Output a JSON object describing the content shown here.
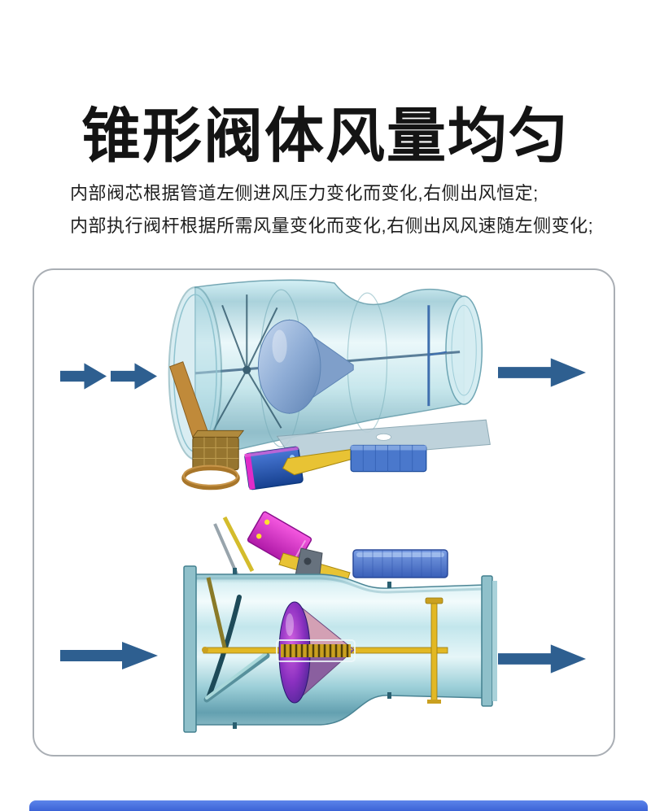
{
  "header": {
    "title": "锥形阀体风量均匀",
    "description_lines": [
      "内部阀芯根据管道左侧进风压力变化而变化,右侧出风恒定;",
      "内部执行阀杆根据所需风量变化而变化,右侧出风风速随左侧变化;"
    ]
  },
  "colors": {
    "title_text": "#141414",
    "body_text": "#1e1e1e",
    "arrow": "#2e5f90",
    "panel_border": "#a9aeb4",
    "bottom_bar": "#3c63d6",
    "valve_glass": "#bfe2e9",
    "cone_blue": "#8fadd6",
    "cone_magenta": "#8a30c0",
    "actuator_blue": "#2f62c4",
    "actuator_magenta": "#d836c8",
    "linkage_yellow": "#e8c334"
  },
  "diagram": {
    "views": [
      "perspective-view",
      "section-view"
    ],
    "airflow_arrows": [
      "inlet-left-top-1",
      "inlet-left-top-2",
      "outlet-right-top",
      "inlet-left-bottom",
      "outlet-right-bottom"
    ]
  }
}
